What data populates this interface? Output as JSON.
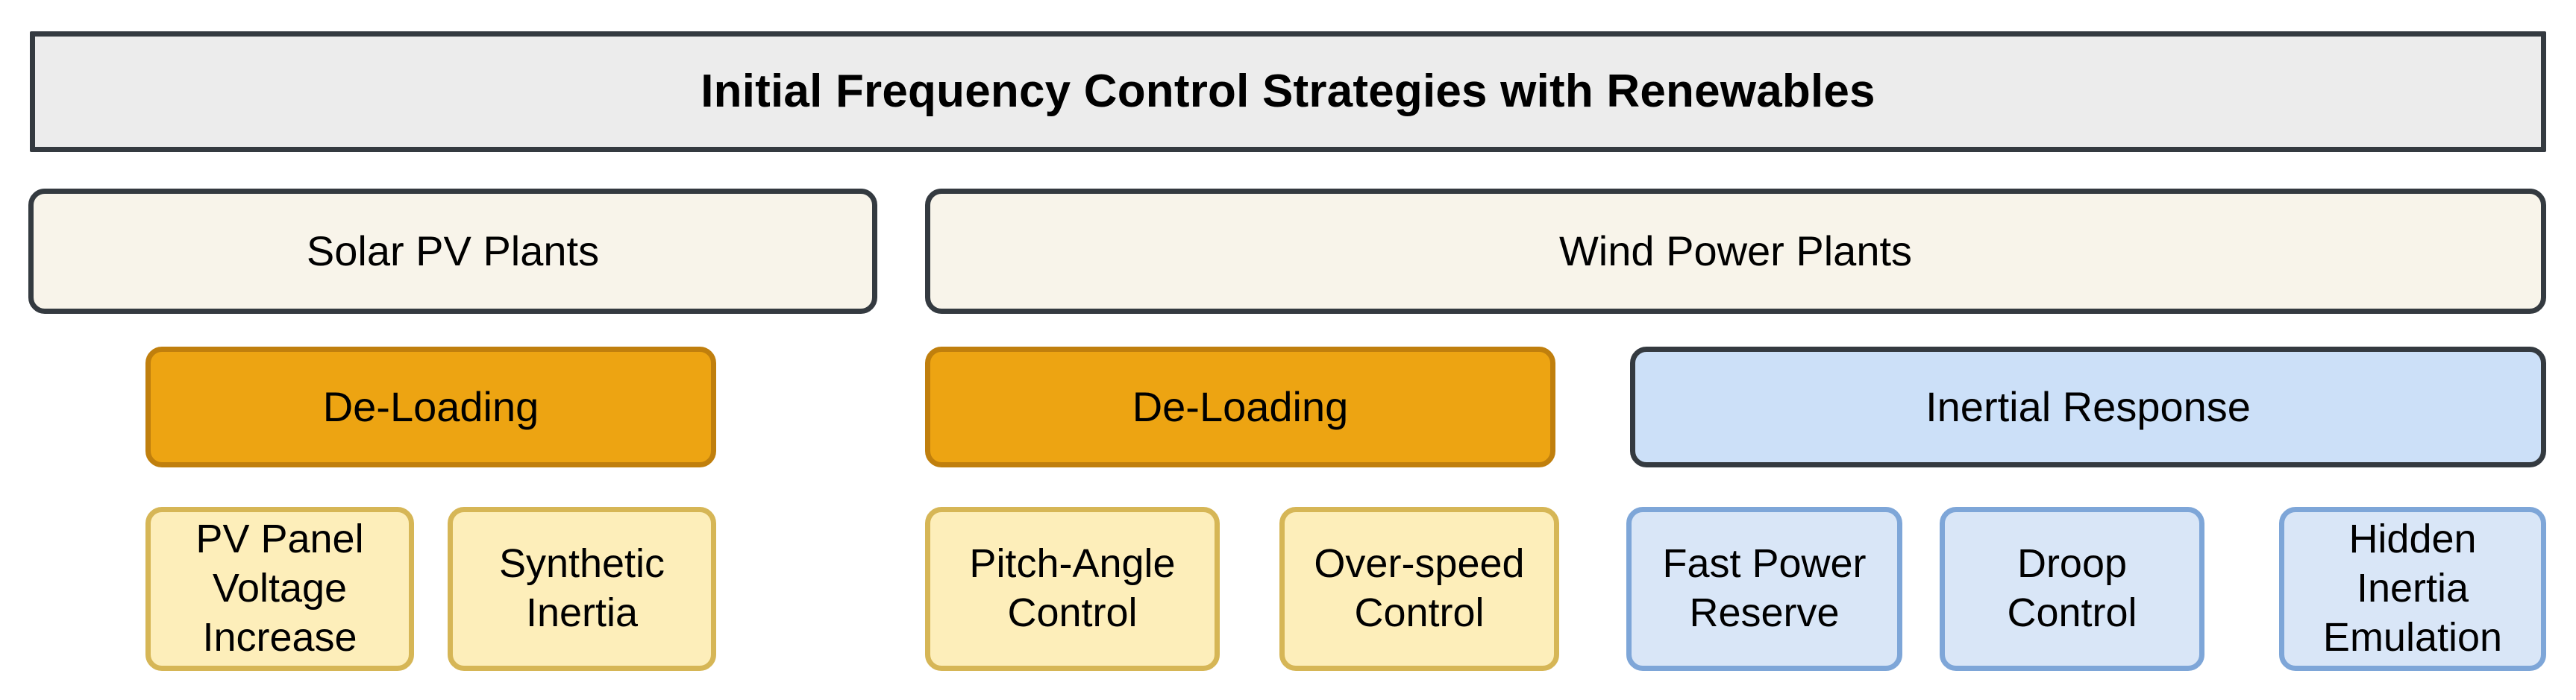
{
  "diagram": {
    "title": "Initial Frequency Control Strategies with Renewables",
    "categories": [
      {
        "id": "solar",
        "label": "Solar PV Plants"
      },
      {
        "id": "wind",
        "label": "Wind Power Plants"
      }
    ],
    "strategies": [
      {
        "id": "deloading-solar",
        "label": "De-Loading",
        "parent": "solar",
        "color": "#eda412",
        "border": "#c07f0d"
      },
      {
        "id": "deloading-wind",
        "label": "De-Loading",
        "parent": "wind",
        "color": "#eda412",
        "border": "#c07f0d"
      },
      {
        "id": "inertial",
        "label": "Inertial Response",
        "parent": "wind",
        "color": "#cce0f8",
        "border": "#343a40"
      }
    ],
    "methods": [
      {
        "id": "pv-panel-voltage-increase",
        "label": "PV Panel\nVoltage\nIncrease",
        "parent": "deloading-solar",
        "color": "#fdeeba",
        "border": "#d6b656"
      },
      {
        "id": "synthetic-inertia",
        "label": "Synthetic\nInertia",
        "parent": "deloading-solar",
        "color": "#fdeeba",
        "border": "#d6b656"
      },
      {
        "id": "pitch-angle-control",
        "label": "Pitch-Angle\nControl",
        "parent": "deloading-wind",
        "color": "#fdeeba",
        "border": "#d6b656"
      },
      {
        "id": "over-speed-control",
        "label": "Over-speed\nControl",
        "parent": "deloading-wind",
        "color": "#fdeeba",
        "border": "#d6b656"
      },
      {
        "id": "fast-power-reserve",
        "label": "Fast Power\nReserve",
        "parent": "inertial",
        "color": "#d9e6f7",
        "border": "#7ea6d8"
      },
      {
        "id": "droop-control",
        "label": "Droop\nControl",
        "parent": "inertial",
        "color": "#d9e6f7",
        "border": "#7ea6d8"
      },
      {
        "id": "hidden-inertia-emulation",
        "label": "Hidden\nInertia\nEmulation",
        "parent": "inertial",
        "color": "#d9e6f7",
        "border": "#7ea6d8"
      }
    ],
    "palette": {
      "title_fill": "#ececec",
      "title_border": "#343a40",
      "category_fill": "#f8f4ea",
      "category_border": "#343a40",
      "orange_fill": "#eda412",
      "orange_border": "#c07f0d",
      "blue_fill": "#cce0f8",
      "blue_leaf_fill": "#d9e6f7",
      "blue_leaf_border": "#7ea6d8",
      "yellow_leaf_fill": "#fdeeba",
      "yellow_leaf_border": "#d6b656",
      "background": "#ffffff",
      "text": "#000000"
    }
  }
}
